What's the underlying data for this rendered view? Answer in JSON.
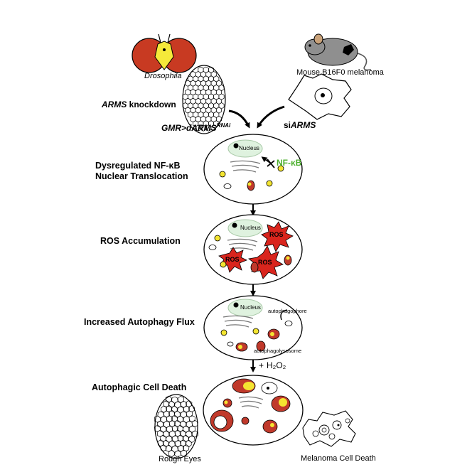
{
  "labels": {
    "drosophila": "Drosophila",
    "mouse": "Mouse B16F0 melanoma",
    "arms_knockdown_italic": "ARMS",
    "arms_knockdown_rest": " knockdown",
    "gmr_prefix": "GMR>d",
    "gmr_arms": "ARMS",
    "gmr_sup": "RNAi",
    "si_prefix": "si",
    "si_arms": "ARMS",
    "step1_line1": "Dysregulated NF-κB",
    "step1_line2": "Nuclear Translocation",
    "step2": "ROS Accumulation",
    "step3": "Increased Autophagy Flux",
    "step4": "Autophagic Cell Death",
    "h2o2_plus": "+",
    "h2o2": "H₂O₂",
    "rough_eyes": "Rough Eyes",
    "melanoma_death": "Melanoma Cell Death"
  },
  "cell_labels": {
    "nucleus": "Nucleus",
    "nfkb": "NF-κB",
    "ros": "ROS",
    "autophagophore": "autophagophore",
    "autophagolysosome": "autophagolysosome"
  },
  "colors": {
    "red": "#c0392b",
    "yellow": "#f4e531",
    "nucleus": "#dff2df",
    "nfkb_green": "#4caf2e",
    "ros_red": "#d9251d",
    "mouse_gray": "#8f8f8f"
  }
}
